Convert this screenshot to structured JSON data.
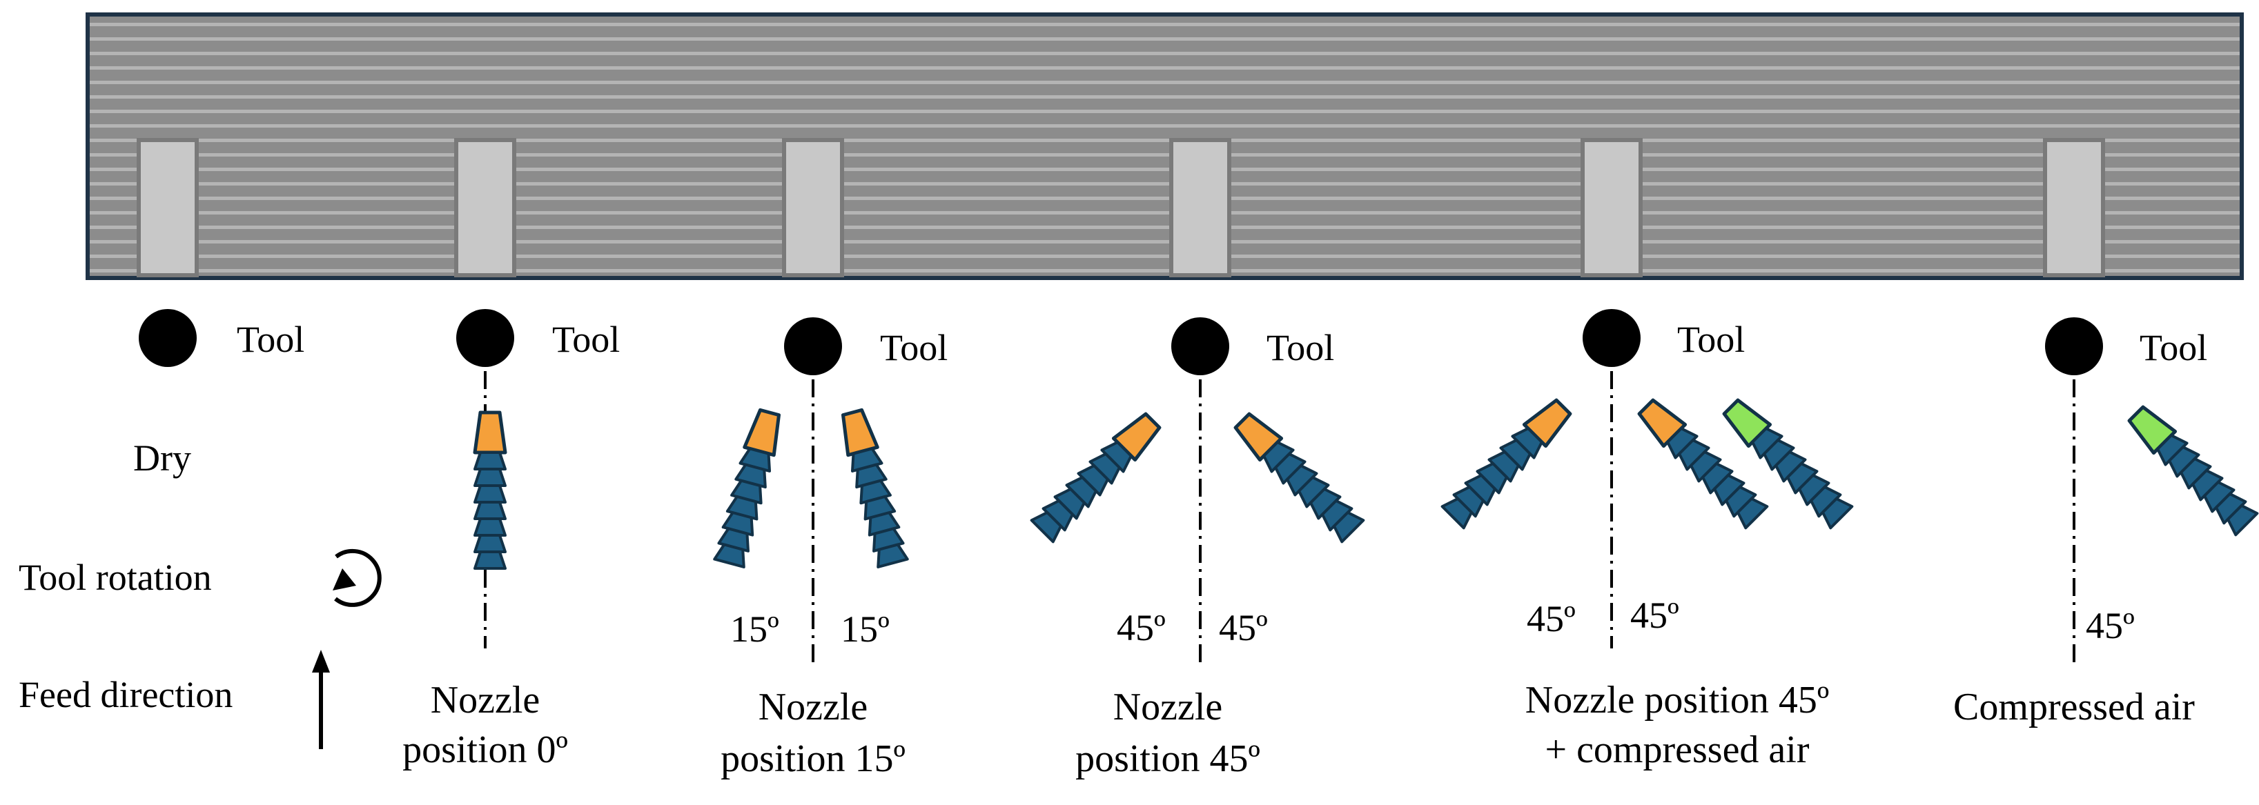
{
  "workpiece": {
    "fill": "#8c8c8c",
    "stripe": "#b4b4b4",
    "border": "#1f3347",
    "slot_fill": "#c8c8c8",
    "slot_border": "#7a7a7a"
  },
  "colors": {
    "coolant_nozzle": "#f5a03a",
    "air_nozzle": "#8ee35a",
    "hose": "#1f5f86",
    "outline": "#123248",
    "tool": "#000000"
  },
  "legend": {
    "dry": "Dry",
    "tool_rotation": "Tool rotation",
    "feed_direction": "Feed direction",
    "rotation_icon": "clockwise-arrow-icon",
    "feed_icon": "up-arrow-icon"
  },
  "configurations": [
    {
      "tool_label": "Tool",
      "caption": [
        "",
        ""
      ],
      "angles": [],
      "nozzles": []
    },
    {
      "tool_label": "Tool",
      "caption": [
        "Nozzle",
        "position 0º"
      ],
      "angles": [],
      "nozzles": [
        {
          "type": "coolant",
          "angle_deg": 0
        }
      ]
    },
    {
      "tool_label": "Tool",
      "caption": [
        "Nozzle",
        "position 15º"
      ],
      "angles": [
        "15º",
        "15º"
      ],
      "nozzles": [
        {
          "type": "coolant",
          "angle_deg": 15
        },
        {
          "type": "coolant",
          "angle_deg": -15
        }
      ]
    },
    {
      "tool_label": "Tool",
      "caption": [
        "Nozzle",
        "position 45º"
      ],
      "angles": [
        "45º",
        "45º"
      ],
      "nozzles": [
        {
          "type": "coolant",
          "angle_deg": 45
        },
        {
          "type": "coolant",
          "angle_deg": -45
        }
      ]
    },
    {
      "tool_label": "Tool",
      "caption": [
        "Nozzle position 45º",
        "+ compressed air"
      ],
      "angles": [
        "45º",
        "45º"
      ],
      "nozzles": [
        {
          "type": "coolant",
          "angle_deg": 45
        },
        {
          "type": "coolant",
          "angle_deg": -45
        },
        {
          "type": "air",
          "angle_deg": -45
        }
      ]
    },
    {
      "tool_label": "Tool",
      "caption": [
        "Compressed air",
        ""
      ],
      "angles": [
        "45º"
      ],
      "nozzles": [
        {
          "type": "air",
          "angle_deg": -45
        }
      ]
    }
  ]
}
